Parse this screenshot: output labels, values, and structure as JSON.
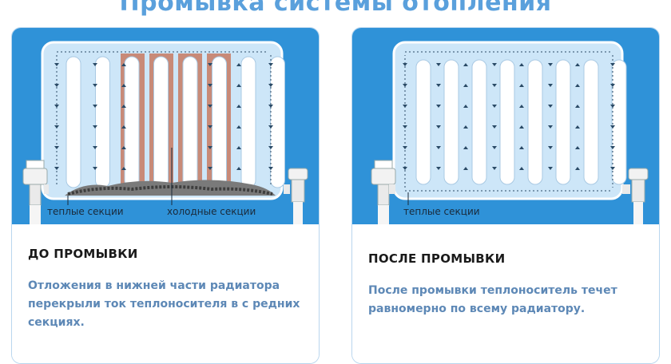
{
  "title": "Промывка системы отопления",
  "colors": {
    "panel_blue": "#2f92d8",
    "radiator_body": "#cde6f8",
    "section_white": "#ffffff",
    "cold_section": "#c88a78",
    "deposit": "#6b6b6b",
    "desc_text": "#5d88b6"
  },
  "before": {
    "heading": "ДО ПРОМЫВКИ",
    "label_warm": "теплые секции",
    "label_cold": "холодные секции",
    "description": "Отложения в нижней части радиатора перекрыли ток теплоносителя в с редних секциях."
  },
  "after": {
    "heading": "ПОСЛЕ ПРОМЫВКИ",
    "label_warm": "теплые секции",
    "description": "После промывки теплоноситель течет равномерно по всему радиатору."
  }
}
